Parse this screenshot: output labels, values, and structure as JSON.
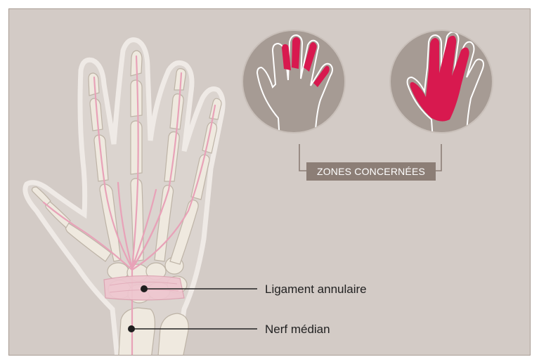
{
  "labels": {
    "zones": "ZONES CONCERNÉES",
    "ligament": "Ligament annulaire",
    "nerve": "Nerf médian"
  },
  "colors": {
    "background": "#d3cbc6",
    "frame": "#a99c93",
    "bone": "#efe9df",
    "bone_outline": "#bdb3a6",
    "nerve": "#e8a2b8",
    "affected_zone": "#d8194f",
    "circle_fill": "#a69b94",
    "badge": "#8c7e76"
  }
}
